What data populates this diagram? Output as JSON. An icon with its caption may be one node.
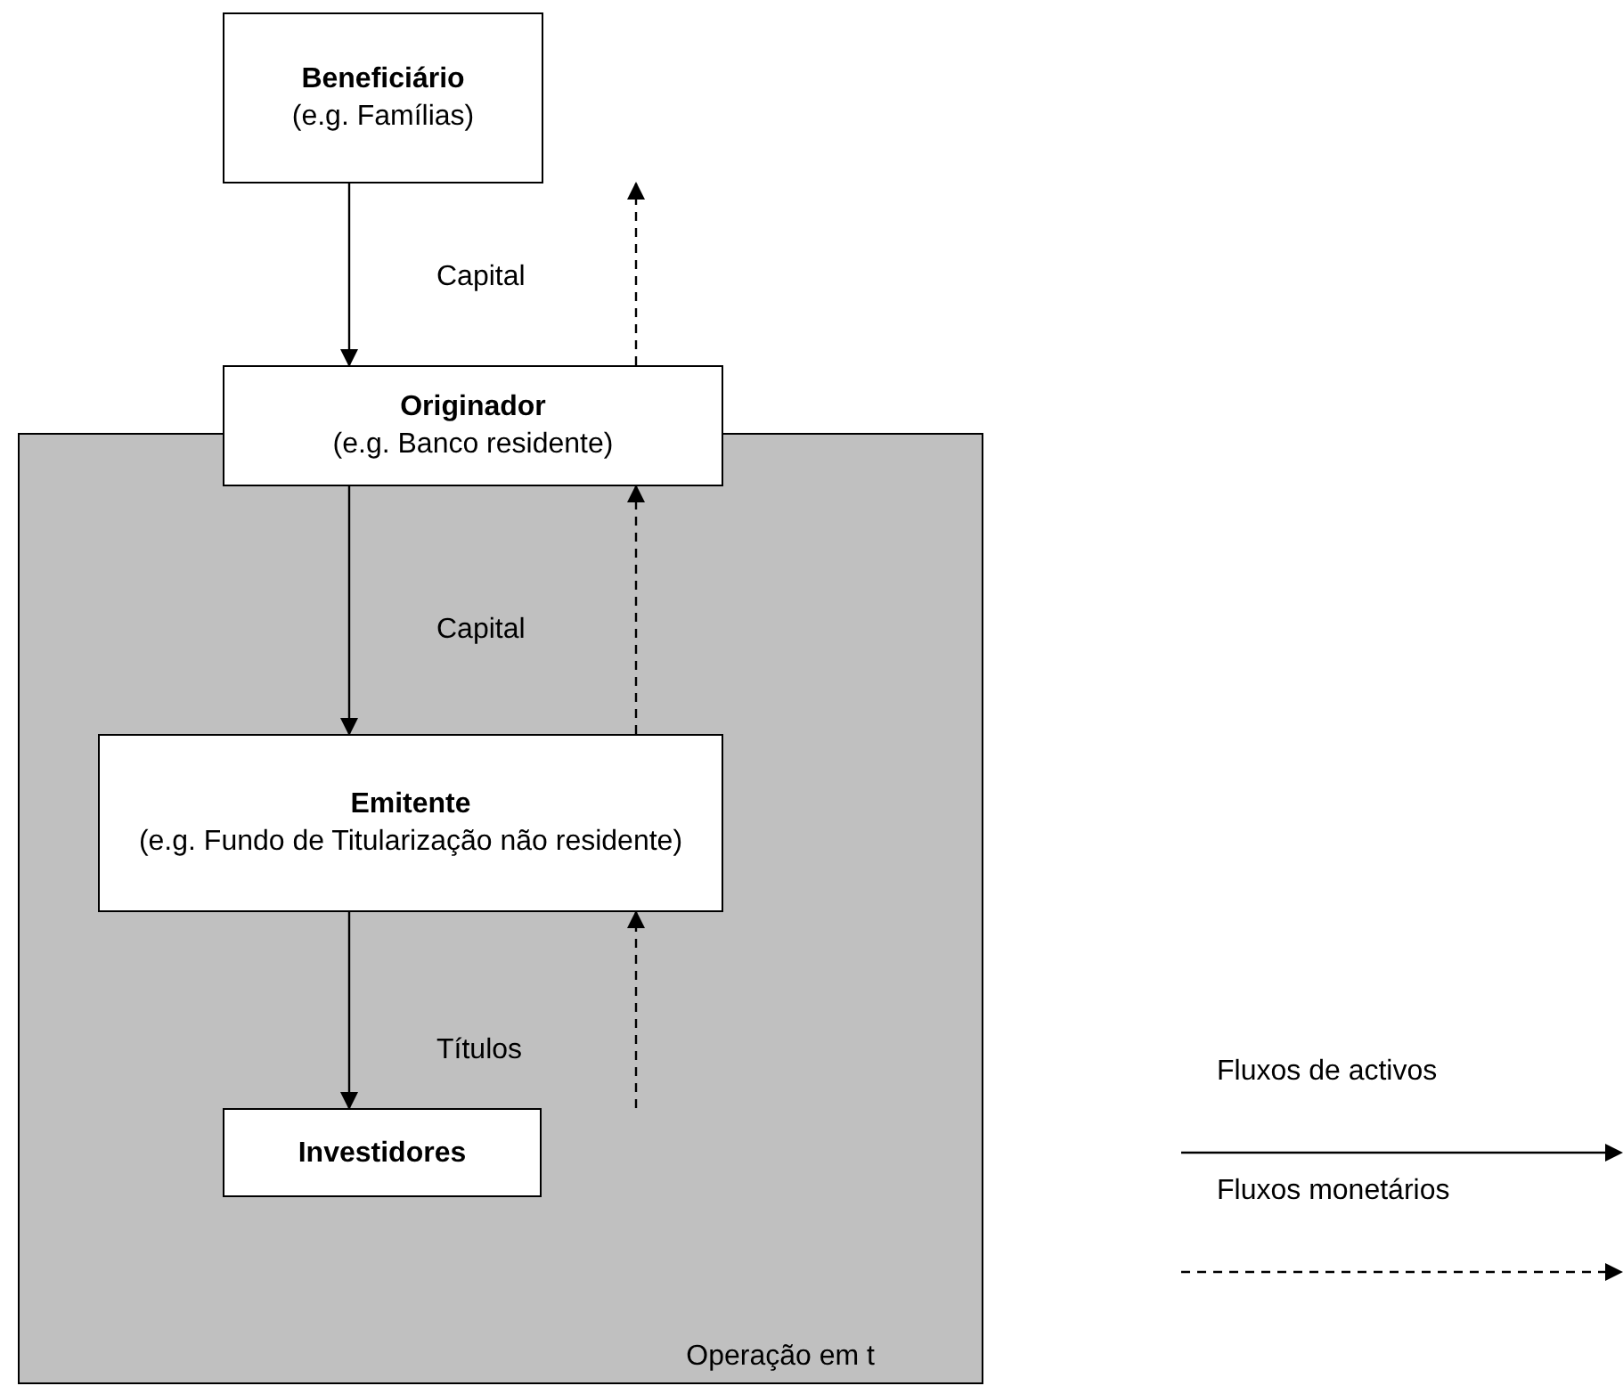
{
  "diagram": {
    "nodes": [
      {
        "text": [
          "Beneficiário",
          "(e.g. Famílias)"
        ]
      },
      {
        "text": [
          "Operação em t"
        ]
      },
      {
        "text": [
          "Originador",
          "(e.g. Banco residente)"
        ]
      },
      {
        "text": [
          "Emitente",
          "(e.g. Fundo de Titularização não residente)"
        ],
        "in": 1
      },
      {
        "text": [
          "Investidores"
        ],
        "in": 1
      }
    ],
    "edges": [
      {
        "from": 0,
        "to": 2,
        "arrow": "to"
      },
      {
        "from": 2,
        "to": 0,
        "arrow": "to",
        "style": "dashed"
      },
      {
        "from": 2,
        "to": 3,
        "arrow": "to"
      },
      {
        "from": 3,
        "to": 2,
        "arrow": "to",
        "style": "dashed"
      },
      {
        "from": 3,
        "to": 4,
        "arrow": "to"
      },
      {
        "from": 4,
        "to": 3,
        "arrow": "to",
        "style": "dashed"
      }
    ],
    "labels": [
      "Capital",
      "Capital",
      "Títulos"
    ],
    "legend": [
      {
        "text": "Fluxos de activos"
      },
      {
        "text": "Fluxos monetários"
      }
    ]
  }
}
